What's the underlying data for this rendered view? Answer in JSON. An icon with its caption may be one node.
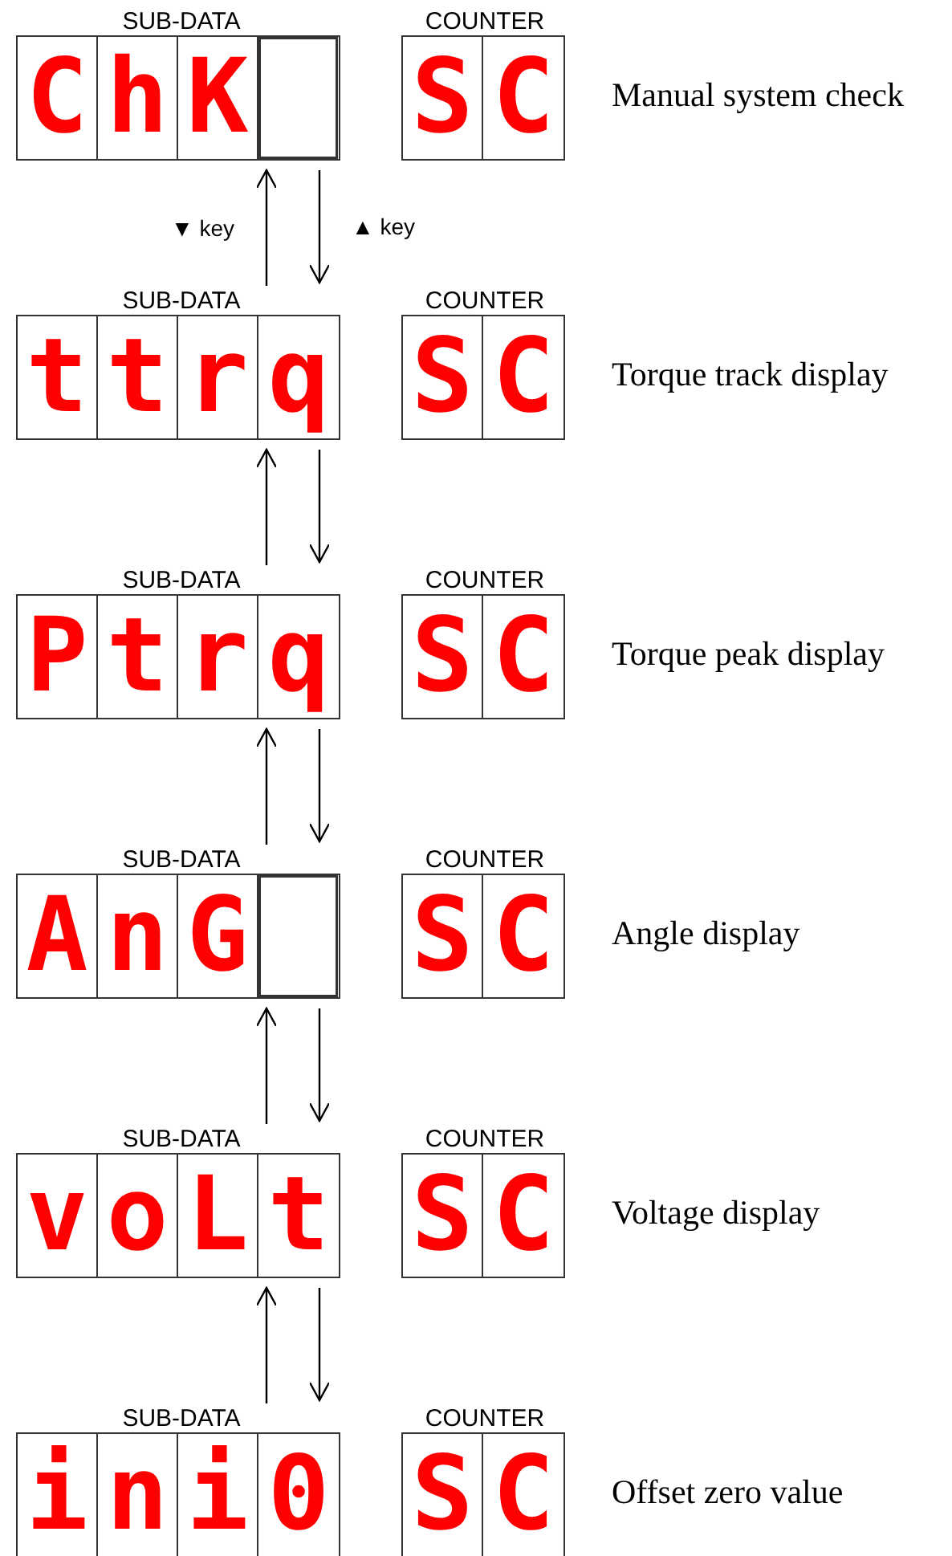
{
  "diagram": {
    "nodes": [
      {
        "text": [
          "SUB-DATA"
        ]
      },
      {
        "text": [
          "C"
        ],
        "in": 0
      },
      {
        "text": [
          "h"
        ],
        "in": 0
      },
      {
        "text": [
          "K"
        ],
        "in": 0
      },
      {
        "text": [],
        "shape": "box",
        "in": 0
      },
      {
        "text": [
          "COUNTER"
        ]
      },
      {
        "text": [
          "S"
        ],
        "in": 5
      },
      {
        "text": [
          "C"
        ],
        "in": 5
      },
      {
        "text": [
          "SUB-DATA"
        ]
      },
      {
        "text": [
          "t"
        ],
        "in": 8
      },
      {
        "text": [
          "t"
        ],
        "in": 8
      },
      {
        "text": [
          "r"
        ],
        "in": 8
      },
      {
        "text": [
          "q"
        ],
        "in": 8
      },
      {
        "text": [
          "COUNTER"
        ]
      },
      {
        "text": [
          "S"
        ],
        "in": 13
      },
      {
        "text": [
          "C"
        ],
        "in": 13
      },
      {
        "text": [
          "SUB-DATA"
        ]
      },
      {
        "text": [
          "P"
        ],
        "in": 16
      },
      {
        "text": [
          "t"
        ],
        "in": 16
      },
      {
        "text": [
          "r"
        ],
        "in": 16
      },
      {
        "text": [
          "q"
        ],
        "in": 16
      },
      {
        "text": [
          "COUNTER"
        ]
      },
      {
        "text": [
          "S"
        ],
        "in": 21
      },
      {
        "text": [
          "C"
        ],
        "in": 21
      },
      {
        "text": [
          "SUB-DATA"
        ]
      },
      {
        "text": [
          "A"
        ],
        "in": 24
      },
      {
        "text": [
          "n"
        ],
        "in": 24
      },
      {
        "text": [
          "G"
        ],
        "in": 24
      },
      {
        "text": [],
        "shape": "box",
        "in": 24
      },
      {
        "text": [
          "COUNTER"
        ]
      },
      {
        "text": [
          "S"
        ],
        "in": 29
      },
      {
        "text": [
          "C"
        ],
        "in": 29
      },
      {
        "text": [
          "SUB-DATA"
        ]
      },
      {
        "text": [
          "v"
        ],
        "in": 32
      },
      {
        "text": [
          "o"
        ],
        "in": 32
      },
      {
        "text": [
          "L"
        ],
        "in": 32
      },
      {
        "text": [
          "t"
        ],
        "in": 32
      },
      {
        "text": [
          "COUNTER"
        ]
      },
      {
        "text": [
          "S"
        ],
        "in": 37
      },
      {
        "text": [
          "C"
        ],
        "in": 37
      },
      {
        "text": [
          "SUB-DATA"
        ]
      },
      {
        "text": [
          "i"
        ],
        "in": 40
      },
      {
        "text": [
          "n"
        ],
        "in": 40
      },
      {
        "text": [
          "i"
        ],
        "in": 40
      },
      {
        "text": [
          "0"
        ],
        "in": 40
      },
      {
        "text": [
          "COUNTER"
        ]
      },
      {
        "text": [
          "S"
        ],
        "in": 45
      },
      {
        "text": [
          "C"
        ],
        "in": 45
      }
    ],
    "edges": [
      {
        "from": 8,
        "to": 0,
        "arrow": "to",
        "label": "▼ key"
      },
      {
        "from": 0,
        "to": 8,
        "arrow": "to",
        "label": "▲ key"
      },
      {
        "from": 16,
        "to": 8,
        "arrow": "to"
      },
      {
        "from": 8,
        "to": 16,
        "arrow": "to"
      },
      {
        "from": 24,
        "to": 16,
        "arrow": "to"
      },
      {
        "from": 16,
        "to": 24,
        "arrow": "to"
      },
      {
        "from": 32,
        "to": 24,
        "arrow": "to"
      },
      {
        "from": 24,
        "to": 32,
        "arrow": "to"
      },
      {
        "from": 40,
        "to": 32,
        "arrow": "to"
      },
      {
        "from": 32,
        "to": 40,
        "arrow": "to"
      }
    ],
    "labels": [
      "Manual system check",
      "Torque track display",
      "Torque peak display",
      "Angle display",
      "Voltage display",
      "Offset zero value"
    ]
  }
}
